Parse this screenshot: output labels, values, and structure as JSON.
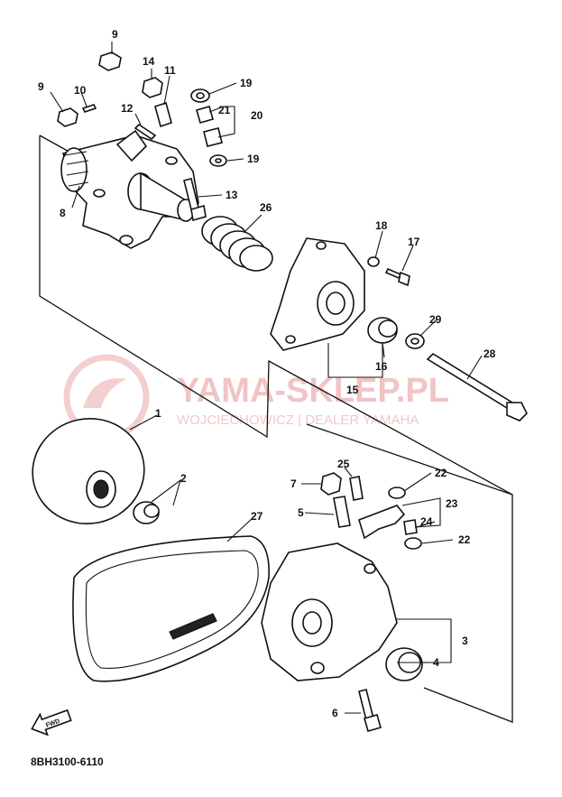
{
  "watermark": {
    "brand": "YAMA-SKLEP.PL",
    "dealer": "WOJCIECHOWICZ | DEALER YAMAHA"
  },
  "drawing_code": "8BH3100-6110",
  "fwd_label": "FWD",
  "callouts": {
    "c1": "1",
    "c2": "2",
    "c3": "3",
    "c4": "4",
    "c5": "5",
    "c6": "6",
    "c7": "7",
    "c8": "8",
    "c9a": "9",
    "c9b": "9",
    "c10": "10",
    "c11": "11",
    "c12": "12",
    "c13": "13",
    "c14": "14",
    "c15": "15",
    "c16": "16",
    "c17": "17",
    "c18": "18",
    "c19a": "19",
    "c19b": "19",
    "c20": "20",
    "c21": "21",
    "c22a": "22",
    "c22b": "22",
    "c23": "23",
    "c24": "24",
    "c25": "25",
    "c26": "26",
    "c27": "27",
    "c28": "28",
    "c29": "29"
  },
  "colors": {
    "ink": "#111111",
    "watermark": "#f1c4c4"
  }
}
